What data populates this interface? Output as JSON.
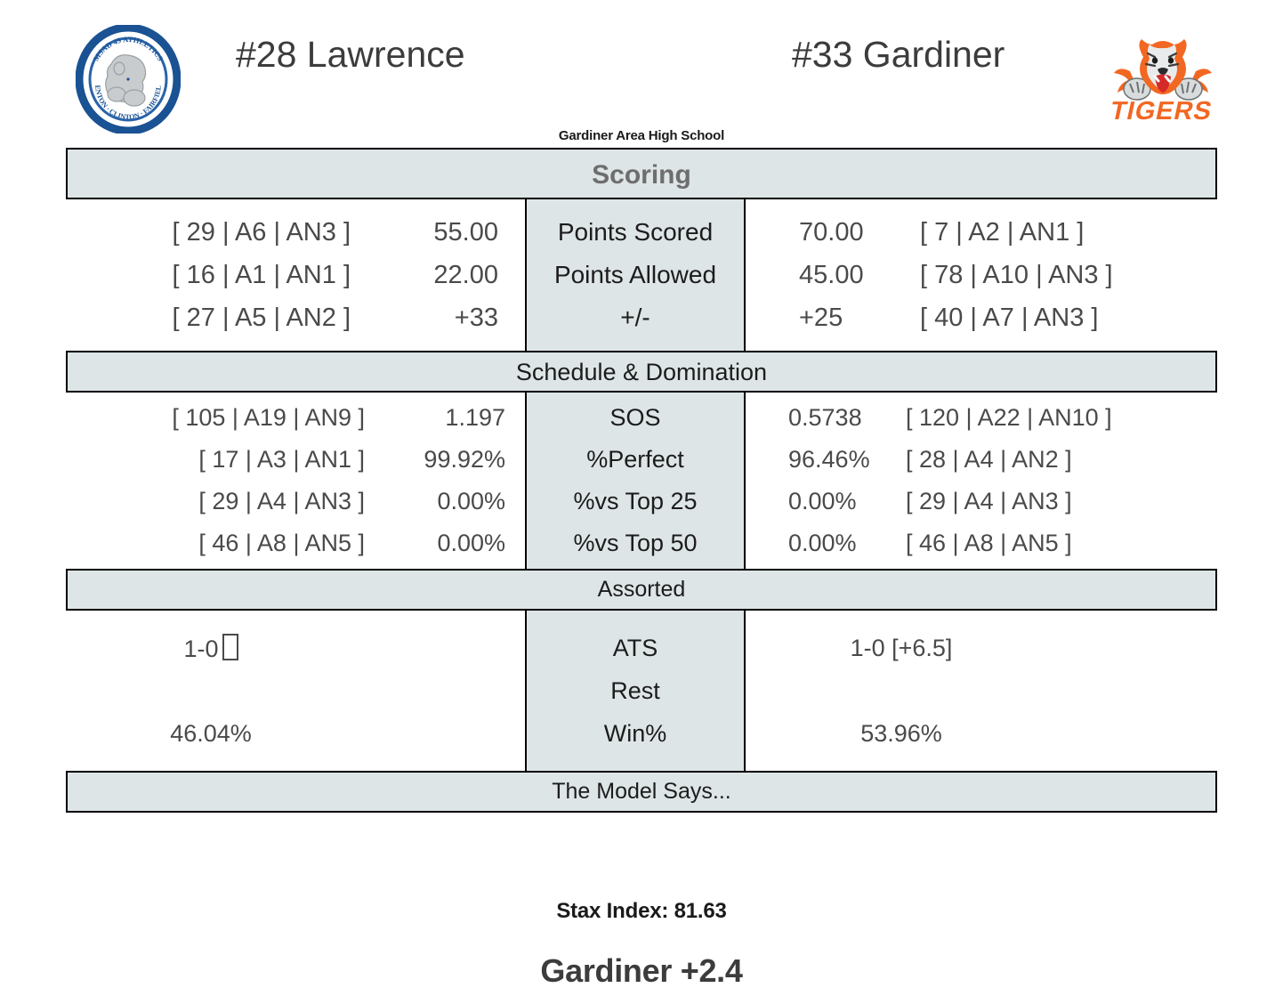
{
  "header": {
    "left_team": "#28 Lawrence",
    "right_team": "#33 Gardiner",
    "left_logo_name": "lawrence-bulldogs-seal-logo",
    "right_logo_name": "gardiner-tigers-logo",
    "subtitle": "Gardiner Area High School"
  },
  "sections": {
    "scoring": {
      "title": "Scoring",
      "labels": [
        "Points Scored",
        "Points Allowed",
        "+/-"
      ],
      "left": {
        "ranks": [
          "[ 29 | A6 | AN3 ]",
          "[ 16 | A1 | AN1 ]",
          "[ 27 | A5 | AN2 ]"
        ],
        "values": [
          "55.00",
          "22.00",
          "+33"
        ]
      },
      "right": {
        "values": [
          "70.00",
          "45.00",
          "+25"
        ],
        "ranks": [
          "[ 7 | A2 | AN1 ]",
          "[ 78 | A10 | AN3 ]",
          "[ 40 | A7 | AN3 ]"
        ]
      }
    },
    "schedule": {
      "title": "Schedule & Domination",
      "labels": [
        "SOS",
        "%Perfect",
        "%vs Top 25",
        "%vs Top 50"
      ],
      "left": {
        "ranks": [
          "[ 105 | A19 | AN9 ]",
          "[ 17 | A3 | AN1 ]",
          "[ 29 | A4 | AN3 ]",
          "[ 46 | A8 | AN5 ]"
        ],
        "values": [
          "1.197",
          "99.92%",
          "0.00%",
          "0.00%"
        ]
      },
      "right": {
        "values": [
          "0.5738",
          "96.46%",
          "0.00%",
          "0.00%"
        ],
        "ranks": [
          "[ 120 | A22 | AN10 ]",
          "[ 28 | A4 | AN2 ]",
          "[ 29 | A4 | AN3 ]",
          "[ 46 | A8 | AN5 ]"
        ]
      }
    },
    "assorted": {
      "title": "Assorted",
      "labels": [
        "ATS",
        "Rest",
        "Win%"
      ],
      "left": {
        "values": [
          "1-0",
          "",
          "46.04%"
        ]
      },
      "right": {
        "values": [
          "1-0  [+6.5]",
          "",
          "53.96%"
        ]
      }
    },
    "model": {
      "title": "The Model Says..."
    }
  },
  "footer": {
    "stax_index": "Stax Index: 81.63",
    "verdict": "Gardiner +2.4"
  },
  "colors": {
    "band_bg": "#dee5e7",
    "border": "#000000",
    "scoring_title": "#6e6e6e",
    "body_text": "#4a4a4a",
    "lawrence_blue": "#1a5293",
    "gardiner_orange": "#f26722"
  }
}
